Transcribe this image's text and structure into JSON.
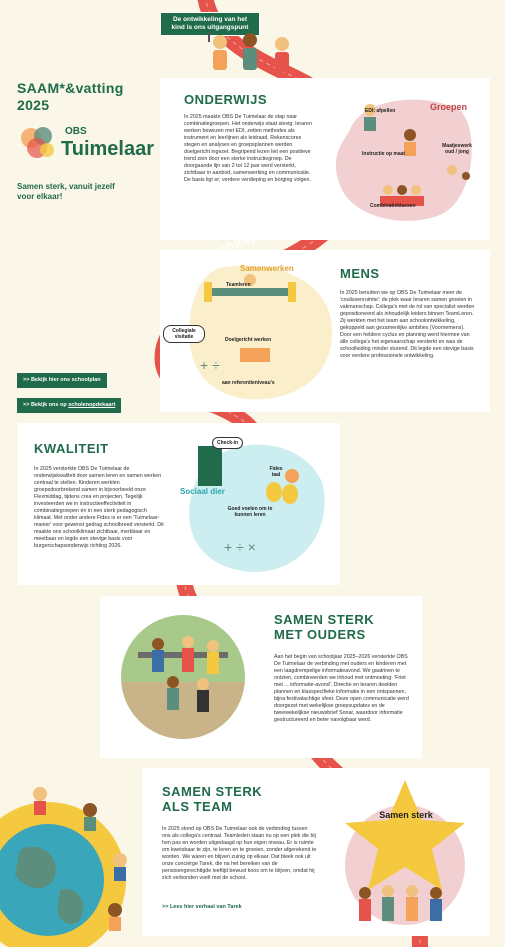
{
  "sign": {
    "text": "De ontwikkeling van het kind is ons uitgangspunt"
  },
  "header": {
    "title_line1": "SAAM*&vatting",
    "title_line2": "2025",
    "logo_prefix": "OBS",
    "logo_name": "Tuimelaar",
    "tagline": "Samen sterk, vanuit jezelf voor elkaar!"
  },
  "road_label": "ONZE VOORNEMENS",
  "links": {
    "schoolplan": ">> Bekijk hier ons schoolplan",
    "schoolondersteuning_prefix": ">> Bekijk ons op ",
    "schoolondersteuning_link": "scholenopdekaart"
  },
  "onderwijs": {
    "title": "ONDERWIJS",
    "body": "In 2025 maakte OBS De Tuimelaar de stap naar combinatiegroepen. Het onderwijs staat stevig: leraren werken bewezen met EDI, zetten methodes als instrument en leerlijnen als leidraad. Rekenscores stegen en analyses en groepsplannen werden doelgericht ingezet. Begripend lezen liet een positieve trend zien door een sterke instructiegroep. De doorgaande lijn van 2 tot 12 jaar werd versterkt, zichtbaar in aanbod, samenwerking en communicatie. De basis ligt er; verdere verdieping en borging volgen.",
    "blob_title": "Groepen",
    "labels": [
      "EDI: afpellen",
      "Instructie op maat",
      "Maatjeswerk oud / jong",
      "Combinatieklassen"
    ]
  },
  "mens": {
    "title": "MENS",
    "body": "In 2025 benutten we op OBS De Tuimelaar meer de 'coulissenruimte': de plek waar leraren samen groeien in vakmanschap. Collega's met de rol van specialist werden gepositioneerd als inhoudelijk leiders binnen TeamLeren. Zij werkten met het team aan schoolontwikkeling, gekoppeld aan gezamenlijke ambities (Voornemens). Door een heldere cyclus en planning werd hiermee van alle collega's het eigenaarschap versterkt en was de schoolleiding minder sturend. Dit legde een stevige basis voor verdere professionele ontwikkeling.",
    "blob_title": "Samenwerken",
    "labels": [
      "Teamleren",
      "Collegiale visitatie",
      "Doelgericht werken",
      "aan referentieniveau's"
    ]
  },
  "kwaliteit": {
    "title": "KWALITEIT",
    "body": "In 2025 versterkte OBS De Tuimelaar de onderwijskwaliteit door samen leren en samen werken centraal te stellen. Kinderen werkten groepsdoorbrekend samen in bijvoorbeeld onze Flexmiddag, tijdens crea en projecten. Tegelijk investeerden we in instructieeffectiviteit in combinatiegroepen én in een sterk pedagogisch klimaat. Met onder andere Fides is er een 'Tuimelaar-manier' voor gewenst gedrag schoolbreed versterkt. Dit maakte ons schoolklimaat zichtbaar, merkbaar en meetbaar en legde een stevige basis voor burgerschapsonderwijs richting 2026.",
    "blob_title": "Sociaal dier",
    "labels": [
      "Check-in",
      "Fides taal",
      "Goed voelen om te kunnen leren"
    ]
  },
  "ouders": {
    "title_line1": "SAMEN STERK",
    "title_line2": "MET OUDERS",
    "body": "Aan het begin van schooljaar 2025–2026 versterkte OBS De Tuimelaar de verbinding met ouders en kinderen met een laagdrempelige informatieavond. We gaatrinen te ontzien, combineerden we inhoud met ontmoeting: 'Friet met ... informatie-avond'. Directie en leraren deelden plannen en klasspecifieke informatie in een ontspannen, bijna festivalachtige sfeer. Deze open communicatie werd doorgezet met wekelijkse groepsupdates en de tweewekelijkse nieuwsbrief Sonar, waardoor informatie gestructureerd en beter navolgbaar werd."
  },
  "team": {
    "title_line1": "SAMEN STERK",
    "title_line2": "ALS TEAM",
    "body": "In 2025 stond op OBS De Tuimelaar ook de verbinding tussen ons als collega's centraal. Teamleden staan nu op een plek die bij hen pas en worden uitgedaagd op hun eigen niveau. Er is ruimte om kwetsbaar te zijn, te leren en te groeien, zonder afgerekend te worden. We waren en blijven zuinig op elkaar. Dat bleek ook uit onze conciërge Tarek, die na het bereiken van de pensioengerechtigde leeftijd bewust koos om te blijven, omdat hij zich verbonden voelt met de school.",
    "link": ">> Lees hier verhaal van Tarek",
    "star_label": "Samen sterk"
  },
  "colors": {
    "green": "#1f6b4a",
    "road": "#e5534b",
    "pink_blob": "#f2cfd0",
    "yellow_blob": "#fbeecb",
    "teal_blob": "#cdeef0",
    "star": "#f4c93f"
  }
}
